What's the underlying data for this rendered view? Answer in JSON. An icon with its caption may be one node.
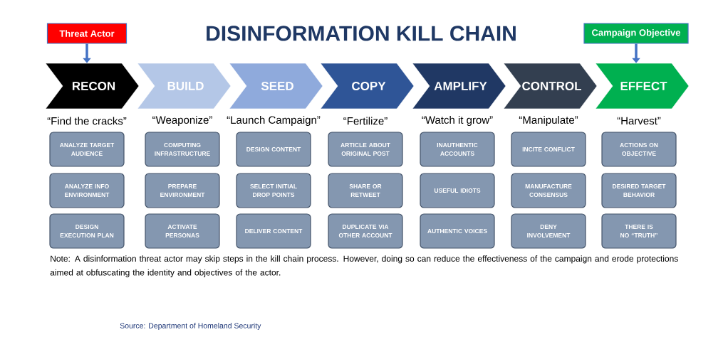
{
  "diagram": {
    "title": "DISINFORMATION KILL CHAIN",
    "nodes": [
      {
        "text": [
          "Threat Actor"
        ]
      },
      {
        "text": [
          "Campaign Objective"
        ]
      },
      {
        "text": [
          "RECON"
        ],
        "beside": [
          "“Find the cracks”"
        ]
      },
      {
        "text": [
          "BUILD"
        ],
        "beside": [
          "“Weaponize”"
        ]
      },
      {
        "text": [
          "SEED"
        ],
        "beside": [
          "“Launch Campaign”"
        ]
      },
      {
        "text": [
          "COPY"
        ],
        "beside": [
          "“Fertilize”"
        ]
      },
      {
        "text": [
          "AMPLIFY"
        ],
        "beside": [
          "“Watch it grow”"
        ]
      },
      {
        "text": [
          "CONTROL"
        ],
        "beside": [
          "“Manipulate”"
        ]
      },
      {
        "text": [
          "EFFECT"
        ],
        "beside": [
          "“Harvest”"
        ]
      },
      {
        "text": [
          "ANALYZE TARGET AUDIENCE"
        ]
      },
      {
        "text": [
          "COMPUTING INFRASTRUCTURE"
        ]
      },
      {
        "text": [
          "DESIGN CONTENT"
        ]
      },
      {
        "text": [
          "ARTICLE ABOUT ORIGINAL POST"
        ]
      },
      {
        "text": [
          "INAUTHENTIC ACCOUNTS"
        ]
      },
      {
        "text": [
          "INCITE CONFLICT"
        ]
      },
      {
        "text": [
          "ACTIONS ON OBJECTIVE"
        ]
      },
      {
        "text": [
          "ANALYZE INFO ENVIRONMENT"
        ]
      },
      {
        "text": [
          "PREPARE ENVIRONMENT"
        ]
      },
      {
        "text": [
          "SELECT INITIAL DROP POINTS"
        ]
      },
      {
        "text": [
          "SHARE OR RETWEET"
        ]
      },
      {
        "text": [
          "USEFUL IDIOTS"
        ]
      },
      {
        "text": [
          "MANUFACTURE CONSENSUS"
        ]
      },
      {
        "text": [
          "DESIRED TARGET BEHAVIOR"
        ]
      },
      {
        "text": [
          "DESIGN EXECUTION PLAN"
        ]
      },
      {
        "text": [
          "ACTIVATE PERSONAS"
        ]
      },
      {
        "text": [
          "DELIVER CONTENT"
        ]
      },
      {
        "text": [
          "DUPLICATE VIA OTHER ACCOUNT"
        ]
      },
      {
        "text": [
          "AUTHENTIC VOICES"
        ]
      },
      {
        "text": [
          "DENY INVOLVEMENT"
        ]
      },
      {
        "text": [
          "THERE IS NO “TRUTH”"
        ]
      }
    ],
    "edges": [
      {
        "from": 0,
        "to": 2,
        "arrow": "to"
      },
      {
        "from": 1,
        "to": 8,
        "arrow": "to"
      }
    ],
    "labels": [
      "Note:  A disinformation threat actor may skip steps in the kill chain process.  However, doing so can reduce the effectiveness of the campaign and erode protections aimed at obfuscating the identity and objectives of the actor.",
      "Source: Department of Homeland Security"
    ]
  }
}
